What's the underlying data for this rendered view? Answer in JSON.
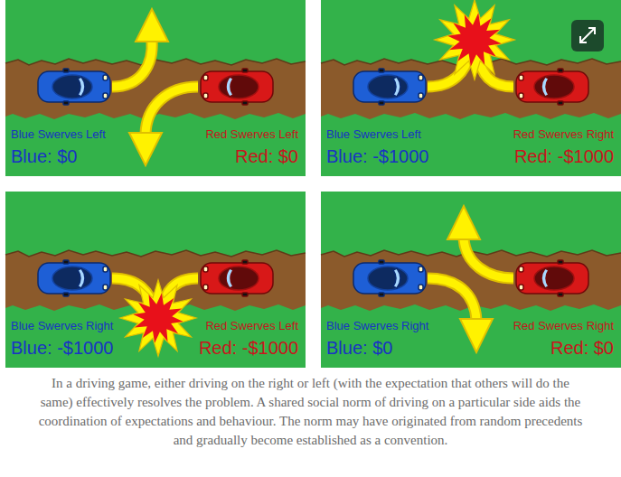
{
  "diagram": {
    "caption": "In a driving game, either driving on the right or left (with the expectation that others will do the same) effectively resolves the problem. A shared social norm of driving on a particular side aids the coordination of expectations and behaviour. The norm may have originated from random precedents and gradually become established as a convention.",
    "nodes": [
      {
        "text": [
          "Blue Swerves Left",
          "Blue: $0",
          "Red Swerves Left",
          "Red: $0"
        ]
      },
      {
        "text": [
          "Blue Swerves Left",
          "Blue: -$1000",
          "Red Swerves Right",
          "Red: -$1000"
        ]
      },
      {
        "text": [
          "Blue Swerves Right",
          "Blue: -$1000",
          "Red Swerves Left",
          "Red: -$1000"
        ]
      },
      {
        "text": [
          "Blue Swerves Right",
          "Blue: $0",
          "Red Swerves Right",
          "Red: $0"
        ]
      }
    ]
  }
}
